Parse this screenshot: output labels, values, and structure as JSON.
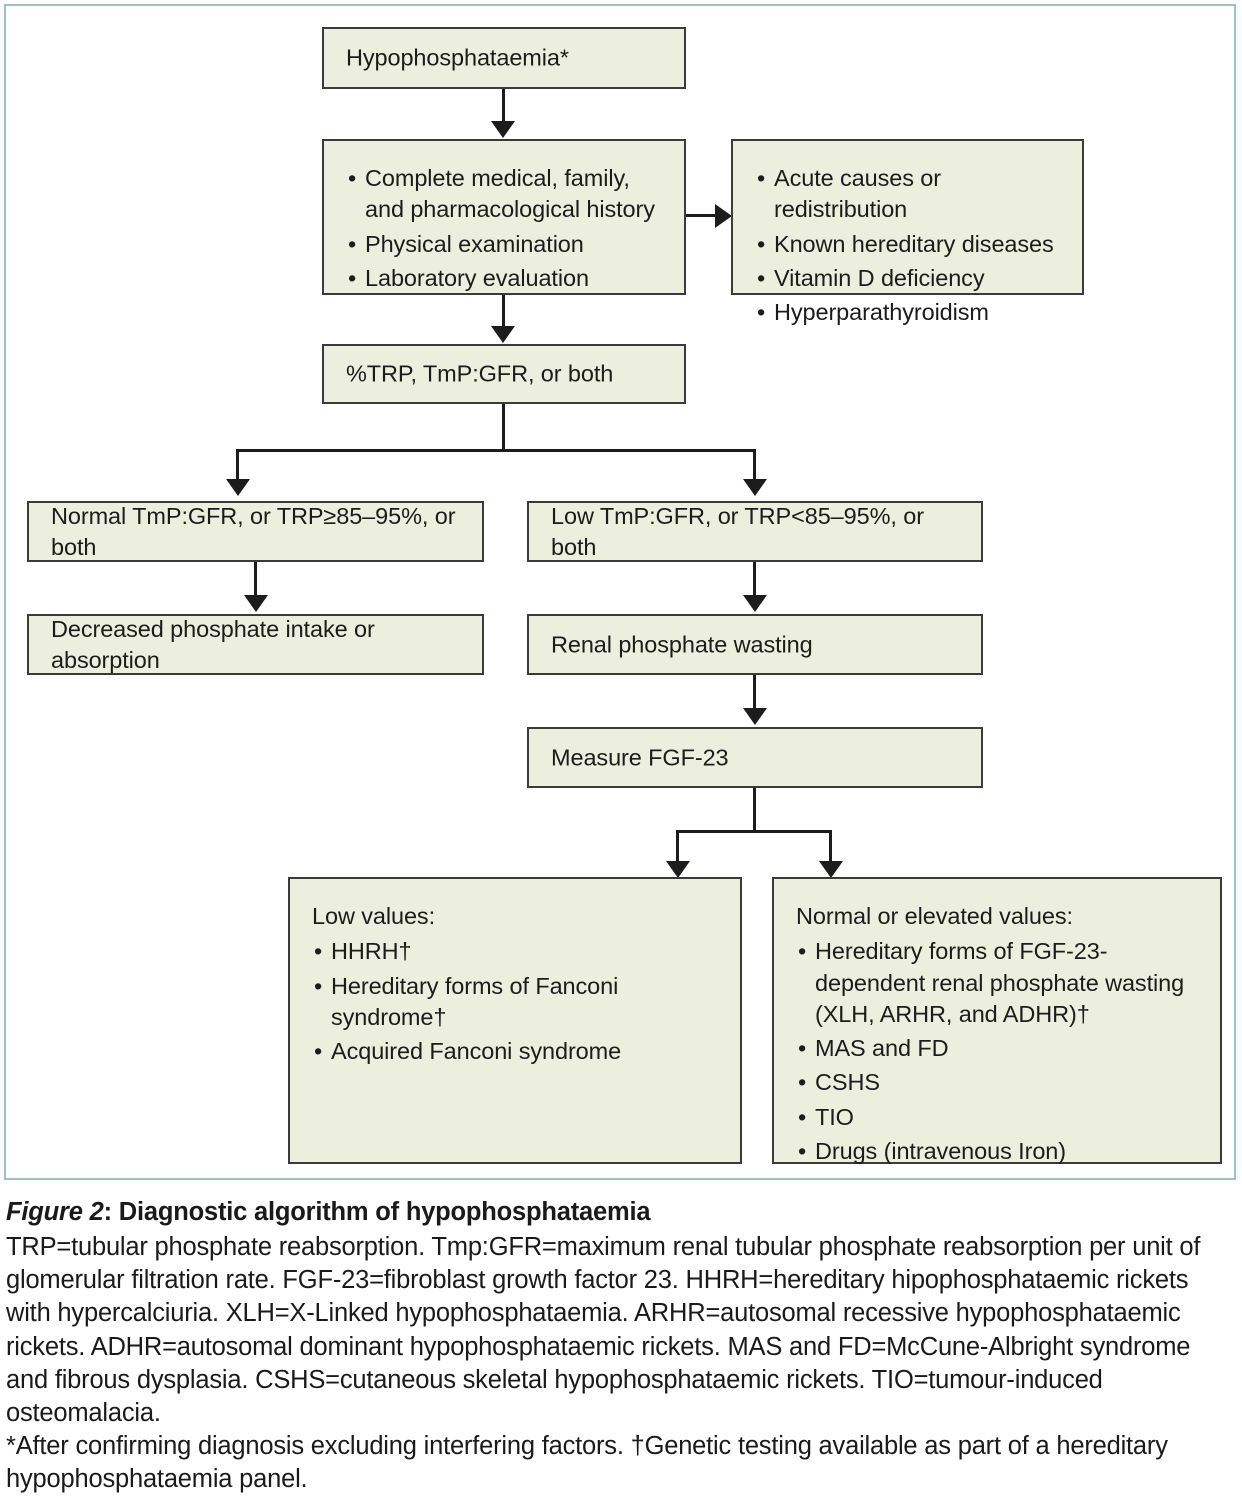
{
  "figure": {
    "frame_border_color": "#9ec4bc",
    "box_fill_color": "#ecefdd",
    "box_border_color": "#3b3b3b",
    "nodes": {
      "start": {
        "label": "Hypophosphataemia*"
      },
      "workup": {
        "items": [
          "Complete medical, family, and pharmacological history",
          "Physical examination",
          "Laboratory evaluation"
        ]
      },
      "exclusions": {
        "items": [
          "Acute causes or redistribution",
          "Known hereditary diseases",
          "Vitamin D deficiency",
          "Hyperparathyroidism"
        ]
      },
      "measure_trp": {
        "label": "%TRP, TmP:GFR, or both"
      },
      "normal_trp": {
        "label": "Normal TmP:GFR, or TRP≥85–95%, or both"
      },
      "low_trp": {
        "label": "Low TmP:GFR, or TRP<85–95%, or both"
      },
      "decreased_intake": {
        "label": "Decreased phosphate intake or absorption"
      },
      "renal_wasting": {
        "label": "Renal phosphate wasting"
      },
      "measure_fgf23": {
        "label": "Measure FGF-23"
      },
      "low_values": {
        "header": "Low values:",
        "items": [
          "HHRH†",
          "Hereditary forms of Fanconi syndrome†",
          "Acquired Fanconi syndrome"
        ]
      },
      "normal_elevated_values": {
        "header": "Normal or elevated values:",
        "items": [
          "Hereditary forms of FGF-23-dependent renal phosphate wasting (XLH, ARHR, and ADHR)†",
          "MAS and FD",
          "CSHS",
          "TIO",
          "Drugs (intravenous Iron)"
        ]
      }
    }
  },
  "caption": {
    "figure_label": "Figure 2",
    "title": ": Diagnostic algorithm of hypophosphataemia",
    "body": "TRP=tubular phosphate reabsorption. Tmp:GFR=maximum renal tubular phosphate reabsorption per unit of glomerular filtration rate. FGF-23=fibroblast growth factor 23. HHRH=hereditary hipophosphataemic rickets with hypercalciuria. XLH=X-Linked hypophosphataemia. ARHR=autosomal recessive hypophosphataemic rickets. ADHR=autosomal dominant hypophosphataemic rickets. MAS and FD=McCune-Albright syndrome and fibrous dysplasia. CSHS=cutaneous skeletal hypophosphataemic rickets. TIO=tumour-induced osteomalacia.",
    "footnotes": "*After confirming diagnosis excluding interfering factors. †Genetic testing available as part of a hereditary hypophosphataemia panel."
  }
}
